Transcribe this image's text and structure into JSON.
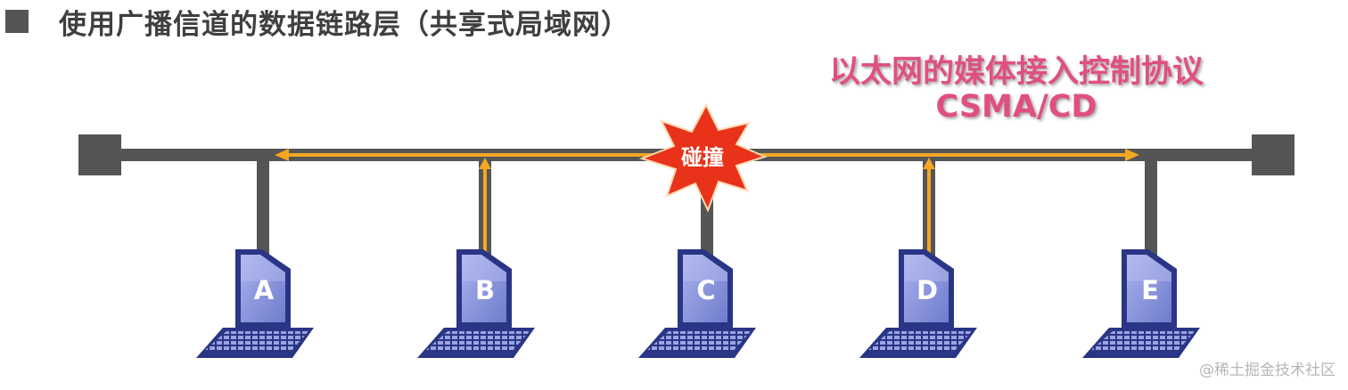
{
  "title": "使用广播信道的数据链路层（共享式局域网）",
  "protocol": {
    "line1": "以太网的媒体接入控制协议",
    "line2": "CSMA/CD"
  },
  "collision_label": "碰撞",
  "hosts": [
    {
      "label": "A"
    },
    {
      "label": "B"
    },
    {
      "label": "C"
    },
    {
      "label": "D"
    },
    {
      "label": "E"
    }
  ],
  "watermark": "@稀土掘金技术社区",
  "colors": {
    "bus": "#555555",
    "signal": "#f5a623",
    "collision_fill": "#e8321a",
    "protocol_text": "#e0507e",
    "laptop_screen": "#8b95d8",
    "laptop_frame": "#2a3585"
  },
  "icons": {
    "laptop": "laptop-icon",
    "collision": "collision-burst-icon",
    "terminator": "bus-terminator-icon"
  }
}
